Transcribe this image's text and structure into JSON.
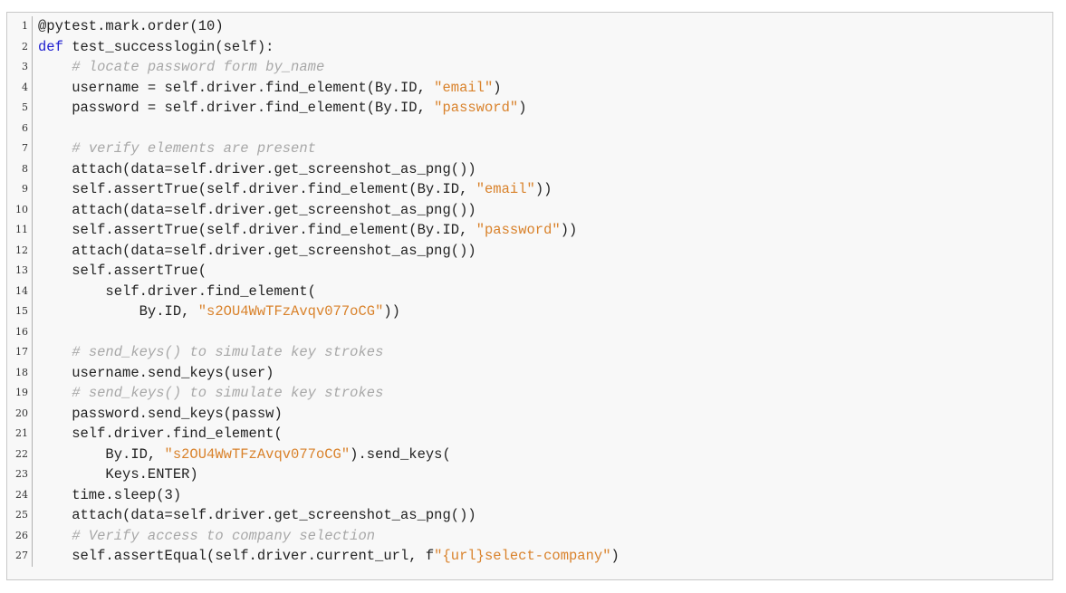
{
  "code_listing": {
    "lines": [
      {
        "n": "1",
        "tokens": [
          {
            "t": "dec",
            "v": "@pytest.mark.order(10)"
          }
        ]
      },
      {
        "n": "2",
        "tokens": [
          {
            "t": "kw",
            "v": "def"
          },
          {
            "t": "plain",
            "v": " test_successlogin(self):"
          }
        ]
      },
      {
        "n": "3",
        "tokens": [
          {
            "t": "plain",
            "v": "    "
          },
          {
            "t": "cmt",
            "v": "# locate password form by_name"
          }
        ]
      },
      {
        "n": "4",
        "tokens": [
          {
            "t": "plain",
            "v": "    username = self.driver.find_element(By.ID, "
          },
          {
            "t": "str",
            "v": "\"email\""
          },
          {
            "t": "plain",
            "v": ")"
          }
        ]
      },
      {
        "n": "5",
        "tokens": [
          {
            "t": "plain",
            "v": "    password = self.driver.find_element(By.ID, "
          },
          {
            "t": "str",
            "v": "\"password\""
          },
          {
            "t": "plain",
            "v": ")"
          }
        ]
      },
      {
        "n": "6",
        "tokens": []
      },
      {
        "n": "7",
        "tokens": [
          {
            "t": "plain",
            "v": "    "
          },
          {
            "t": "cmt",
            "v": "# verify elements are present"
          }
        ]
      },
      {
        "n": "8",
        "tokens": [
          {
            "t": "plain",
            "v": "    attach(data=self.driver.get_screenshot_as_png())"
          }
        ]
      },
      {
        "n": "9",
        "tokens": [
          {
            "t": "plain",
            "v": "    self.assertTrue(self.driver.find_element(By.ID, "
          },
          {
            "t": "str",
            "v": "\"email\""
          },
          {
            "t": "plain",
            "v": "))"
          }
        ]
      },
      {
        "n": "10",
        "tokens": [
          {
            "t": "plain",
            "v": "    attach(data=self.driver.get_screenshot_as_png())"
          }
        ]
      },
      {
        "n": "11",
        "tokens": [
          {
            "t": "plain",
            "v": "    self.assertTrue(self.driver.find_element(By.ID, "
          },
          {
            "t": "str",
            "v": "\"password\""
          },
          {
            "t": "plain",
            "v": "))"
          }
        ]
      },
      {
        "n": "12",
        "tokens": [
          {
            "t": "plain",
            "v": "    attach(data=self.driver.get_screenshot_as_png())"
          }
        ]
      },
      {
        "n": "13",
        "tokens": [
          {
            "t": "plain",
            "v": "    self.assertTrue("
          }
        ]
      },
      {
        "n": "14",
        "tokens": [
          {
            "t": "plain",
            "v": "        self.driver.find_element("
          }
        ]
      },
      {
        "n": "15",
        "tokens": [
          {
            "t": "plain",
            "v": "            By.ID, "
          },
          {
            "t": "str",
            "v": "\"s2OU4WwTFzAvqv077oCG\""
          },
          {
            "t": "plain",
            "v": "))"
          }
        ]
      },
      {
        "n": "16",
        "tokens": []
      },
      {
        "n": "17",
        "tokens": [
          {
            "t": "plain",
            "v": "    "
          },
          {
            "t": "cmt",
            "v": "# send_keys() to simulate key strokes"
          }
        ]
      },
      {
        "n": "18",
        "tokens": [
          {
            "t": "plain",
            "v": "    username.send_keys(user)"
          }
        ]
      },
      {
        "n": "19",
        "tokens": [
          {
            "t": "plain",
            "v": "    "
          },
          {
            "t": "cmt",
            "v": "# send_keys() to simulate key strokes"
          }
        ]
      },
      {
        "n": "20",
        "tokens": [
          {
            "t": "plain",
            "v": "    password.send_keys(passw)"
          }
        ]
      },
      {
        "n": "21",
        "tokens": [
          {
            "t": "plain",
            "v": "    self.driver.find_element("
          }
        ]
      },
      {
        "n": "22",
        "tokens": [
          {
            "t": "plain",
            "v": "        By.ID, "
          },
          {
            "t": "str",
            "v": "\"s2OU4WwTFzAvqv077oCG\""
          },
          {
            "t": "plain",
            "v": ").send_keys("
          }
        ]
      },
      {
        "n": "23",
        "tokens": [
          {
            "t": "plain",
            "v": "        Keys.ENTER)"
          }
        ]
      },
      {
        "n": "24",
        "tokens": [
          {
            "t": "plain",
            "v": "    time.sleep(3)"
          }
        ]
      },
      {
        "n": "25",
        "tokens": [
          {
            "t": "plain",
            "v": "    attach(data=self.driver.get_screenshot_as_png())"
          }
        ]
      },
      {
        "n": "26",
        "tokens": [
          {
            "t": "plain",
            "v": "    "
          },
          {
            "t": "cmt",
            "v": "# Verify access to company selection"
          }
        ]
      },
      {
        "n": "27",
        "tokens": [
          {
            "t": "plain",
            "v": "    self.assertEqual(self.driver.current_url, f"
          },
          {
            "t": "str",
            "v": "\"{url}select-company\""
          },
          {
            "t": "plain",
            "v": ")"
          }
        ]
      }
    ]
  },
  "colors": {
    "keyword": "#2020d0",
    "string": "#d9822b",
    "comment": "#a8a8a8",
    "background": "#f8f8f8",
    "border": "#c9c9c9"
  }
}
